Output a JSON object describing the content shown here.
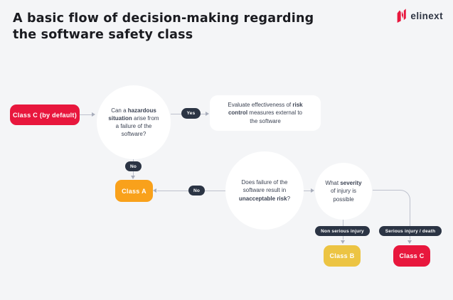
{
  "page": {
    "title": "A basic flow of decision-making regarding\nthe software safety class"
  },
  "logo": {
    "text": "elinext",
    "icon": "elinext-n-mark"
  },
  "colors": {
    "background": "#f4f5f7",
    "brand_red": "#e8173d",
    "class_a_orange": "#f9a11b",
    "class_b_yellow": "#ecc443",
    "pill_dark_navy": "#2b3444",
    "connector_gray": "#bdc1cd",
    "node_white": "#ffffff",
    "text_dark": "#3d4454"
  },
  "flow": {
    "class_c_default": {
      "segments": [
        {
          "t": "Class C",
          "b": true
        },
        {
          "t": " (by default)",
          "b": false
        }
      ]
    },
    "q_hazardous": {
      "segments": [
        {
          "t": "Can a ",
          "b": false
        },
        {
          "t": "hazardous\nsituation",
          "b": true
        },
        {
          "t": " arise from\na failure of the\nsoftware?",
          "b": false
        }
      ]
    },
    "yes_label": "Yes",
    "evaluate": {
      "segments": [
        {
          "t": "Evaluate effectiveness of ",
          "b": false
        },
        {
          "t": "risk\ncontrol",
          "b": true
        },
        {
          "t": " measures external to\nthe software",
          "b": false
        }
      ]
    },
    "no_label_1": "No",
    "class_a_label": "Class A",
    "no_label_2": "No",
    "q_unacceptable": {
      "segments": [
        {
          "t": "Does failure of the\nsoftware result in\n",
          "b": false
        },
        {
          "t": "unacceptable risk",
          "b": true
        },
        {
          "t": "?",
          "b": false
        }
      ]
    },
    "q_severity": {
      "segments": [
        {
          "t": "What ",
          "b": false
        },
        {
          "t": "severity",
          "b": true
        },
        {
          "t": "\nof injury is\npossible",
          "b": false
        }
      ]
    },
    "non_serious_label": "Non serious injury",
    "serious_label": "Serious injury / death",
    "class_b_label": "Class B",
    "class_c_label": "Class C"
  }
}
